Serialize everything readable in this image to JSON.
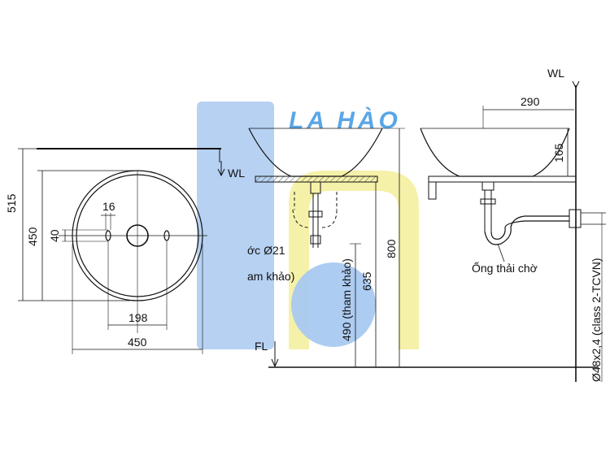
{
  "logo": {
    "text": "LA HÀO"
  },
  "top_view": {
    "dim_height_outer": "515",
    "dim_height_inner": "450",
    "dim_hole": "16",
    "dim_offset": "40",
    "dim_width_inner": "198",
    "dim_width_outer": "450",
    "label_wl": "WL"
  },
  "front_view": {
    "pipe_note_line1": "ớc Ø21",
    "pipe_note_line2": "am khảo)",
    "dim_635": "635",
    "dim_490": "490 (tham khảo)",
    "dim_800": "800",
    "label_fl": "FL"
  },
  "side_view": {
    "label_wl": "WL",
    "dim_290": "290",
    "dim_165": "165",
    "label_drain": "Ống thải chờ",
    "label_pipe": "Ø48x2,4 (class 2-TCVN)"
  },
  "colors": {
    "watermark_blue": "#a9c9f0",
    "watermark_yellow": "#f3ef9a",
    "line": "#111111"
  }
}
